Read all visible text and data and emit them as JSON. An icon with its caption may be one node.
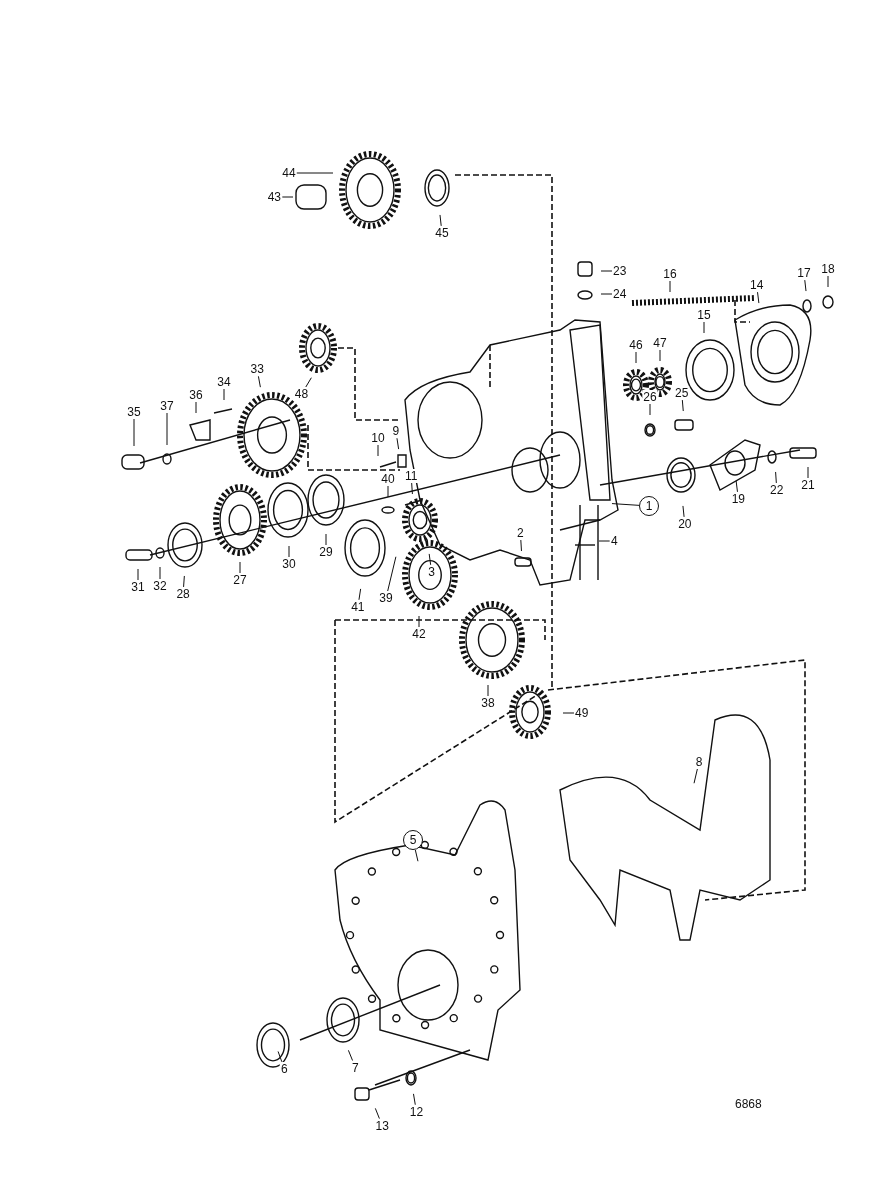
{
  "diagram": {
    "nodes": [
      {
        "text": [
          "1"
        ]
      },
      {
        "text": [
          "2"
        ]
      },
      {
        "text": [
          "3"
        ]
      },
      {
        "text": [
          "4"
        ]
      },
      {
        "text": [
          "5"
        ]
      },
      {
        "text": [
          "6"
        ]
      },
      {
        "text": [
          "7"
        ]
      },
      {
        "text": [
          "8"
        ]
      },
      {
        "text": [
          "9"
        ]
      },
      {
        "text": [
          "10"
        ]
      },
      {
        "text": [
          "11"
        ]
      },
      {
        "text": [
          "12"
        ]
      },
      {
        "text": [
          "13"
        ]
      },
      {
        "text": [
          "14"
        ]
      },
      {
        "text": [
          "15"
        ]
      },
      {
        "text": [
          "16"
        ]
      },
      {
        "text": [
          "17"
        ]
      },
      {
        "text": [
          "18"
        ]
      },
      {
        "text": [
          "19"
        ]
      },
      {
        "text": [
          "20"
        ]
      },
      {
        "text": [
          "21"
        ]
      },
      {
        "text": [
          "22"
        ]
      },
      {
        "text": [
          "23"
        ]
      },
      {
        "text": [
          "24"
        ]
      },
      {
        "text": [
          "25"
        ]
      },
      {
        "text": [
          "26"
        ]
      },
      {
        "text": [
          "27"
        ]
      },
      {
        "text": [
          "28"
        ]
      },
      {
        "text": [
          "29"
        ]
      },
      {
        "text": [
          "30"
        ]
      },
      {
        "text": [
          "31"
        ]
      },
      {
        "text": [
          "32"
        ]
      },
      {
        "text": [
          "33"
        ]
      },
      {
        "text": [
          "34"
        ]
      },
      {
        "text": [
          "35"
        ]
      },
      {
        "text": [
          "36"
        ]
      },
      {
        "text": [
          "37"
        ]
      },
      {
        "text": [
          "38"
        ]
      },
      {
        "text": [
          "39"
        ]
      },
      {
        "text": [
          "40"
        ]
      },
      {
        "text": [
          "41"
        ]
      },
      {
        "text": [
          "42"
        ]
      },
      {
        "text": [
          "43"
        ]
      },
      {
        "text": [
          "44"
        ]
      },
      {
        "text": [
          "45"
        ]
      },
      {
        "text": [
          "46"
        ]
      },
      {
        "text": [
          "47"
        ]
      },
      {
        "text": [
          "48"
        ]
      },
      {
        "text": [
          "49"
        ]
      }
    ],
    "edges": [
      {
        "from": 0,
        "to": null,
        "arrow": "none"
      },
      {
        "from": 1,
        "to": null,
        "arrow": "none"
      },
      {
        "from": 2,
        "to": null,
        "arrow": "none"
      },
      {
        "from": 3,
        "to": null,
        "arrow": "none"
      },
      {
        "from": 4,
        "to": null,
        "arrow": "none"
      },
      {
        "from": 5,
        "to": null,
        "arrow": "none"
      },
      {
        "from": 6,
        "to": null,
        "arrow": "none"
      },
      {
        "from": 7,
        "to": null,
        "arrow": "none"
      },
      {
        "from": 8,
        "to": null,
        "arrow": "none"
      },
      {
        "from": 9,
        "to": null,
        "arrow": "none"
      },
      {
        "from": 10,
        "to": null,
        "arrow": "none"
      },
      {
        "from": 11,
        "to": null,
        "arrow": "none"
      },
      {
        "from": 12,
        "to": null,
        "arrow": "none"
      },
      {
        "from": 13,
        "to": null,
        "arrow": "none"
      },
      {
        "from": 14,
        "to": null,
        "arrow": "none"
      },
      {
        "from": 15,
        "to": null,
        "arrow": "none"
      },
      {
        "from": 16,
        "to": null,
        "arrow": "none"
      },
      {
        "from": 17,
        "to": null,
        "arrow": "none"
      },
      {
        "from": 18,
        "to": null,
        "arrow": "none"
      },
      {
        "from": 19,
        "to": null,
        "arrow": "none"
      },
      {
        "from": 20,
        "to": null,
        "arrow": "none"
      },
      {
        "from": 21,
        "to": null,
        "arrow": "none"
      },
      {
        "from": 22,
        "to": null,
        "arrow": "none"
      },
      {
        "from": 23,
        "to": null,
        "arrow": "none"
      },
      {
        "from": 24,
        "to": null,
        "arrow": "none"
      },
      {
        "from": 25,
        "to": null,
        "arrow": "none"
      },
      {
        "from": 26,
        "to": null,
        "arrow": "none"
      },
      {
        "from": 27,
        "to": null,
        "arrow": "none"
      },
      {
        "from": 28,
        "to": null,
        "arrow": "none"
      },
      {
        "from": 29,
        "to": null,
        "arrow": "none"
      },
      {
        "from": 30,
        "to": null,
        "arrow": "none"
      },
      {
        "from": 31,
        "to": null,
        "arrow": "none"
      },
      {
        "from": 32,
        "to": null,
        "arrow": "none"
      },
      {
        "from": 33,
        "to": null,
        "arrow": "none"
      },
      {
        "from": 34,
        "to": null,
        "arrow": "none"
      },
      {
        "from": 35,
        "to": null,
        "arrow": "none"
      },
      {
        "from": 36,
        "to": null,
        "arrow": "none"
      },
      {
        "from": 37,
        "to": null,
        "arrow": "none"
      },
      {
        "from": 38,
        "to": null,
        "arrow": "none"
      },
      {
        "from": 39,
        "to": null,
        "arrow": "none"
      },
      {
        "from": 40,
        "to": null,
        "arrow": "none"
      },
      {
        "from": 41,
        "to": null,
        "arrow": "none"
      },
      {
        "from": 42,
        "to": null,
        "arrow": "none"
      },
      {
        "from": 43,
        "to": null,
        "arrow": "none"
      },
      {
        "from": 44,
        "to": null,
        "arrow": "none"
      },
      {
        "from": 45,
        "to": null,
        "arrow": "none"
      },
      {
        "from": 46,
        "to": null,
        "arrow": "none"
      },
      {
        "from": 47,
        "to": null,
        "arrow": "none"
      },
      {
        "from": 48,
        "to": null,
        "arrow": "none"
      }
    ],
    "labels": [
      "6868"
    ]
  }
}
